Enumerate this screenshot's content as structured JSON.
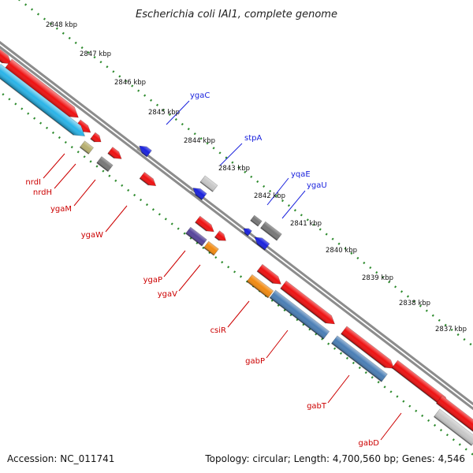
{
  "title": "Escherichia coli IAI1, complete genome",
  "footer": {
    "accession": "Accession: NC_011741",
    "summary": "Topology: circular; Length: 4,700,560 bp; Genes: 4,546"
  },
  "colors": {
    "backbone": "#8c8c8c",
    "tick_dots": "#2e8b2e",
    "gene_red": "#ee1111",
    "gene_blue": "#1a22dd",
    "gene_cyan": "#2ab4e8",
    "gene_steelblue": "#4a7eb5",
    "gene_gray": "#777777",
    "gene_lightgray": "#c8c8c8",
    "gene_orange": "#f28a10",
    "gene_purple": "#55449a",
    "gene_olive": "#b8b070",
    "label_red": "#cc0000",
    "label_blue": "#1a22dd"
  },
  "scale_labels": [
    "2848 kbp",
    "2847 kbp",
    "2846 kbp",
    "2845 kbp",
    "2844 kbp",
    "2843 kbp",
    "2842 kbp",
    "2841 kbp",
    "2840 kbp",
    "2839 kbp",
    "2838 kbp",
    "2837 kbp"
  ],
  "gene_labels_upper": [
    "ygaC",
    "stpA",
    "yqaE",
    "ygaU"
  ],
  "gene_labels_lower": [
    "nrdI",
    "nrdH",
    "ygaM",
    "ygaW",
    "ygaP",
    "ygaV",
    "csiR",
    "gabP",
    "gabT",
    "gabD"
  ]
}
